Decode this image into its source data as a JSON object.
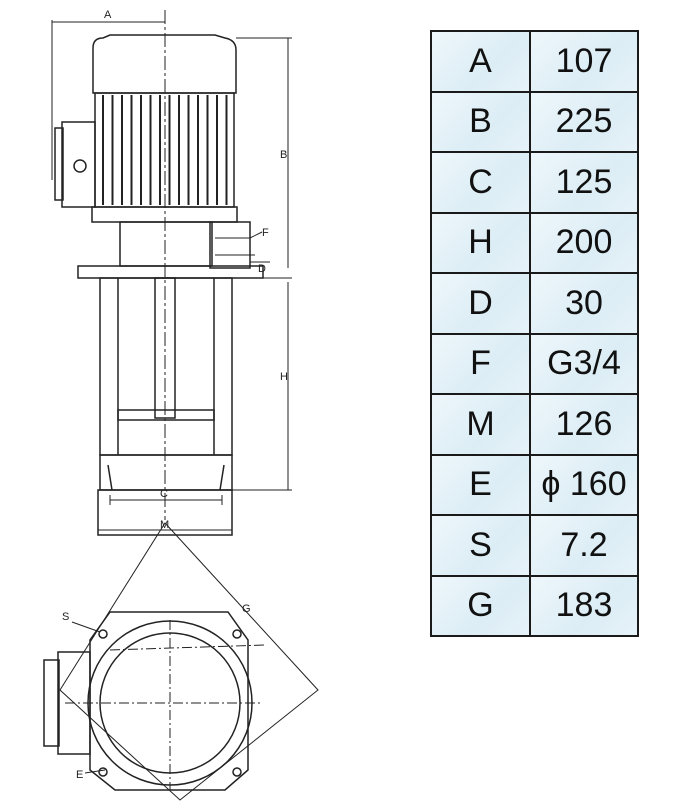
{
  "drawing_labels": {
    "A": "A",
    "B": "B",
    "F": "F",
    "D": "D",
    "H": "H",
    "C": "C",
    "M": "M",
    "S": "S",
    "G": "G",
    "E": "E"
  },
  "table": [
    {
      "key": "A",
      "value": "107"
    },
    {
      "key": "B",
      "value": "225"
    },
    {
      "key": "C",
      "value": "125"
    },
    {
      "key": "H",
      "value": "200"
    },
    {
      "key": "D",
      "value": "30"
    },
    {
      "key": "F",
      "value": "G3/4"
    },
    {
      "key": "M",
      "value": "126"
    },
    {
      "key": "E",
      "value": "ϕ 160"
    },
    {
      "key": "S",
      "value": "7.2"
    },
    {
      "key": "G",
      "value": "183"
    }
  ]
}
